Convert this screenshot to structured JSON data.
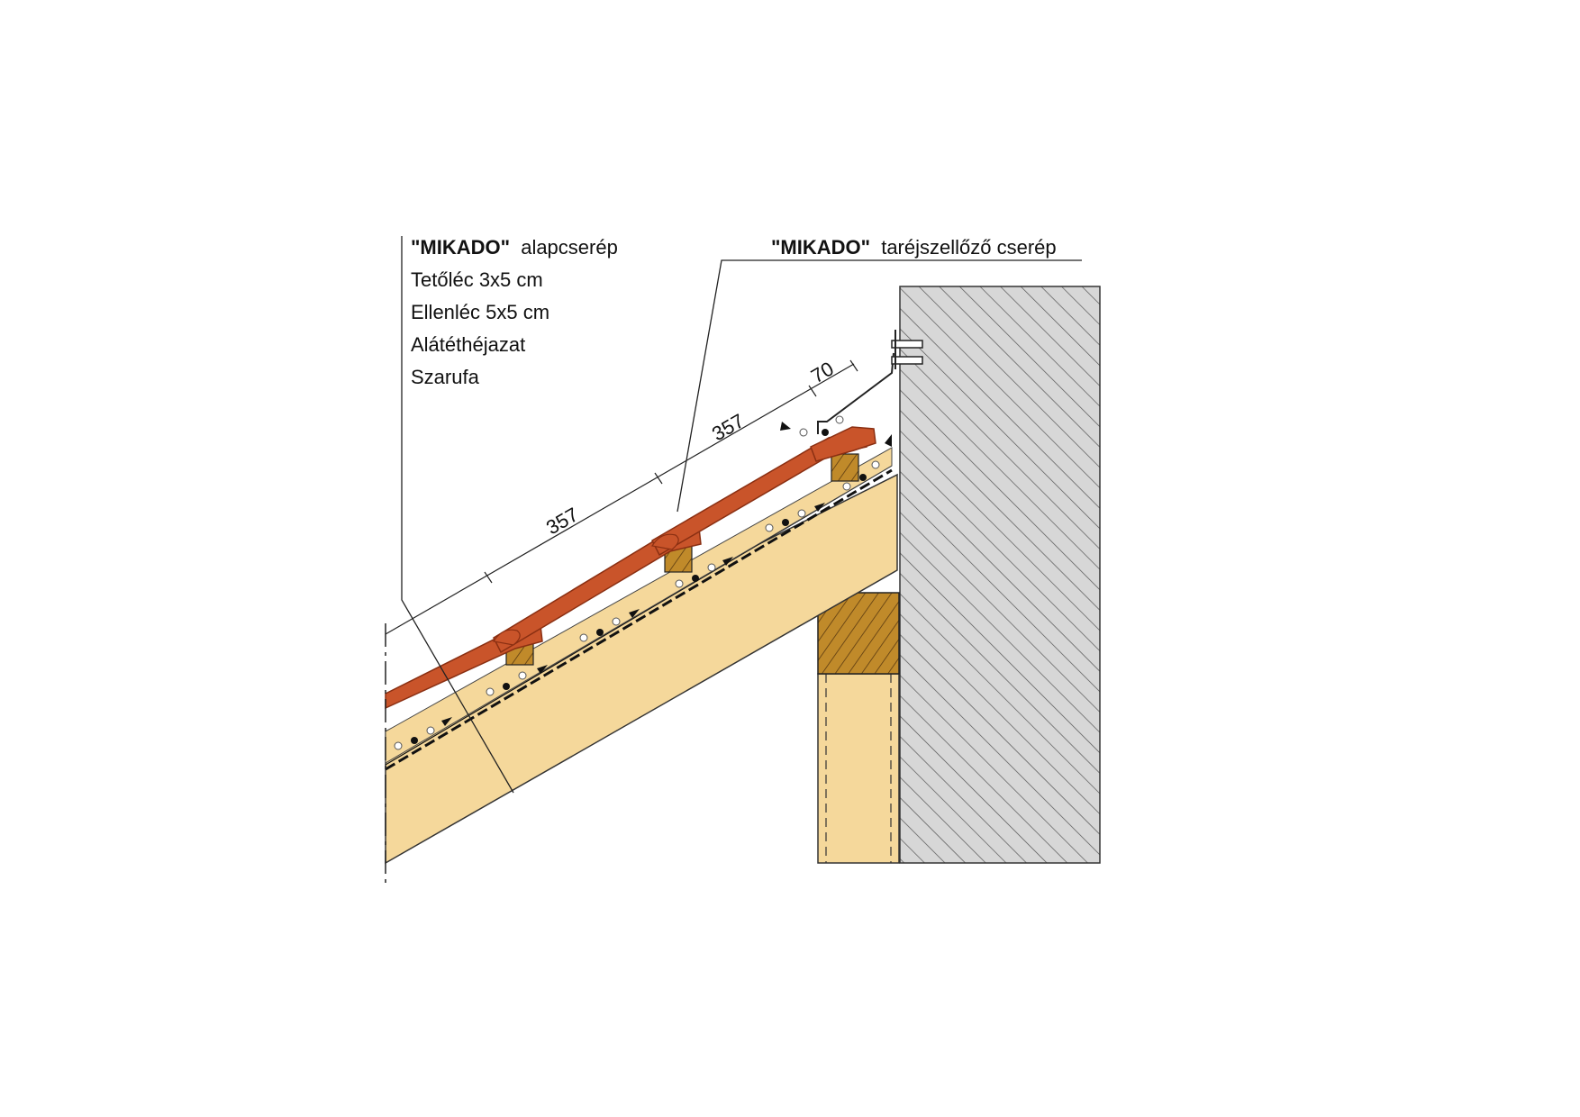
{
  "labels_left": {
    "brand": "\"MIKADO\"",
    "tile": "alapcserép",
    "batten": "Tetőléc 3x5 cm",
    "counter_batten": "Ellenléc 5x5 cm",
    "underlay": "Alátéthéjazat",
    "rafter": "Szarufa"
  },
  "labels_right": {
    "brand": "\"MIKADO\"",
    "tile": "taréjszellőző cserép"
  },
  "dimensions": {
    "lower_span": "357",
    "upper_span": "357",
    "ridge_gap": "70"
  },
  "colors": {
    "rafter": "#f5d89b",
    "tile": "#c9542a",
    "tile_dark": "#8a2f12",
    "wall": "#d7d7d7",
    "timber_end": "#c08a2a"
  }
}
